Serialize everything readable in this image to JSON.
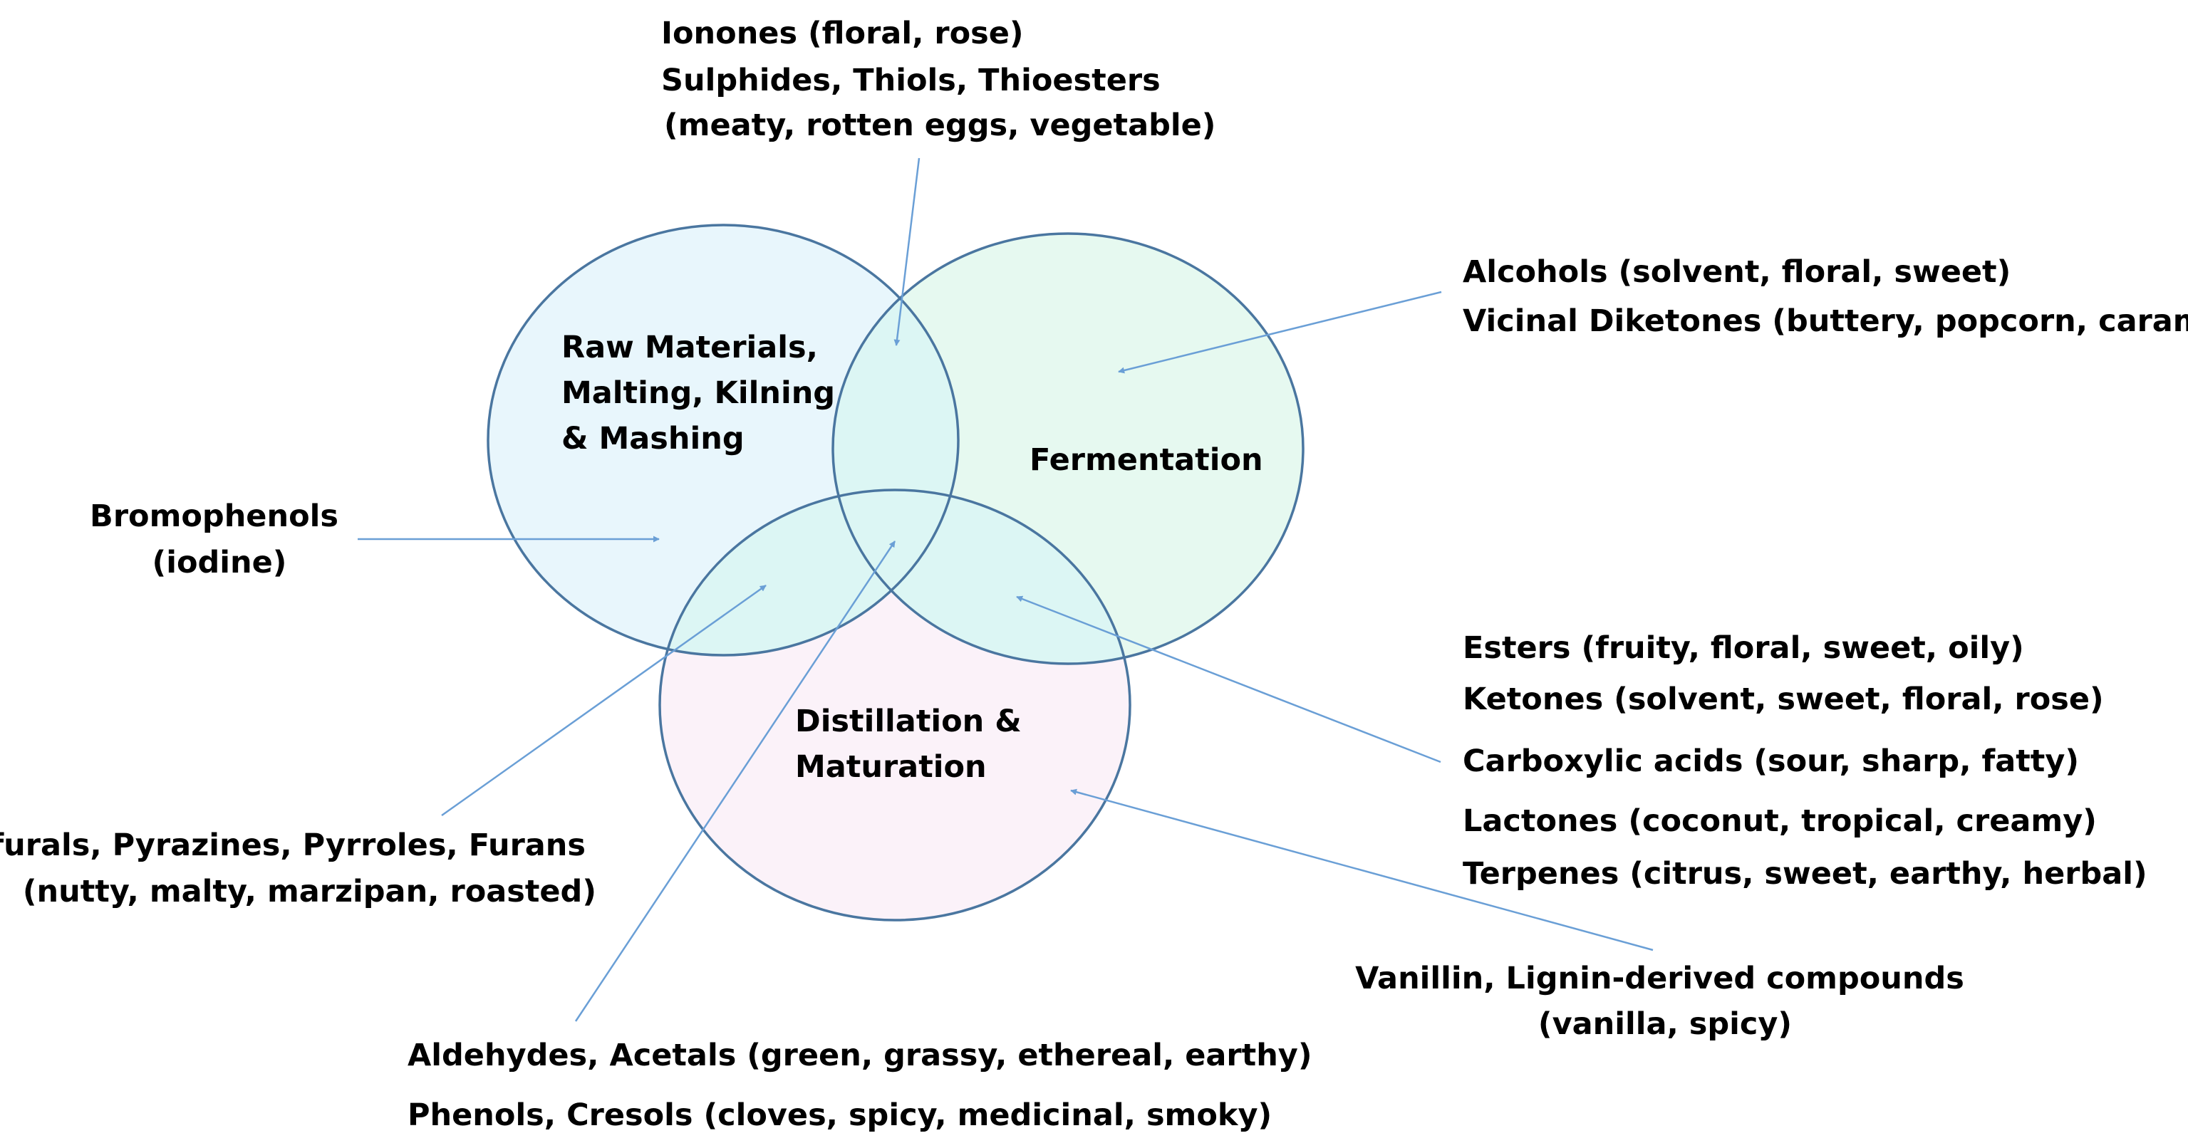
{
  "circles": {
    "raw": {
      "label_lines": [
        "Raw Materials,",
        "Malting, Kilning",
        "& Mashing"
      ],
      "fill": "#e8f6fc",
      "stroke": "#4a76a0"
    },
    "fermentation": {
      "label_lines": [
        "Fermentation"
      ],
      "fill": "#e6f9f0",
      "stroke": "#4a76a0"
    },
    "distillation": {
      "label_lines": [
        "Distillation &",
        "Maturation"
      ],
      "fill": "#fbf2f9",
      "stroke": "#4a76a0"
    }
  },
  "overlap_fill": "#dcf6f4",
  "arrow_color": "#6a9fd6",
  "annotations": {
    "top_center": [
      "Ionones (floral, rose)",
      "Sulphides, Thiols, Thioesters",
      "(meaty, rotten eggs, vegetable)"
    ],
    "top_right": [
      "Alcohols (solvent, floral, sweet)",
      "Vicinal Diketones (buttery, popcorn, caramel)"
    ],
    "left": [
      "Bromophenols",
      "(iodine)"
    ],
    "right_list": [
      "Esters (fruity, floral, sweet, oily)",
      "Ketones (solvent, sweet, floral, rose)",
      "Carboxylic acids (sour, sharp, fatty)",
      "Lactones (coconut, tropical, creamy)",
      "Terpenes (citrus, sweet, earthy, herbal)"
    ],
    "bottom_left": [
      "Furfurals, Pyrazines, Pyrroles, Furans",
      "(nutty, malty, marzipan, roasted)"
    ],
    "bottom_right": [
      "Vanillin, Lignin-derived compounds",
      "(vanilla, spicy)"
    ],
    "bottom_center": [
      "Aldehydes, Acetals (green, grassy, ethereal, earthy)",
      "Phenols, Cresols (cloves, spicy, medicinal, smoky)"
    ]
  }
}
